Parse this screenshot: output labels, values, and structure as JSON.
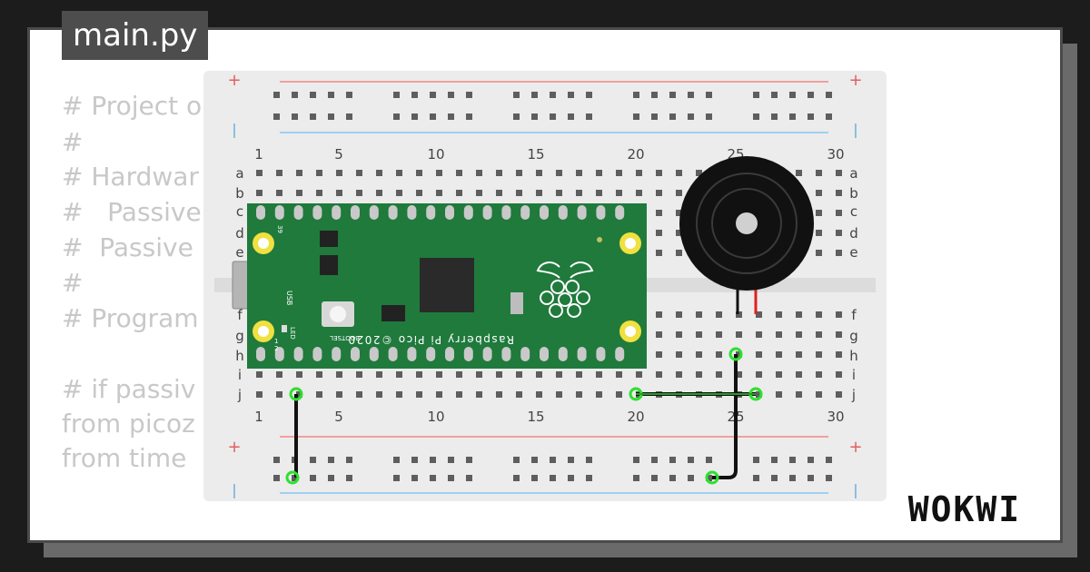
{
  "editor": {
    "tab_label": "main.py",
    "code_lines": [
      "# Project o",
      "#",
      "# Hardwar",
      "#   Passive",
      "#  Passive",
      "#",
      "# Program",
      "",
      "# if passiv",
      "from picoz",
      "from time "
    ]
  },
  "breadboard": {
    "column_labels": [
      "1",
      "5",
      "10",
      "15",
      "20",
      "25",
      "30"
    ],
    "row_labels_top": [
      "a",
      "b",
      "c",
      "d",
      "e"
    ],
    "row_labels_bottom": [
      "f",
      "g",
      "h",
      "i",
      "j"
    ],
    "rail_plus": "+",
    "rail_minus": "|"
  },
  "pico": {
    "usb_label": "USB",
    "bootsel_label": "BOOTSEL",
    "led_label": "LED",
    "brand_label": "Raspberry Pi Pico ©2020",
    "pin_label_39": "39",
    "pin_label_1": "1",
    "pin_label_2": "2",
    "board_color": "#1f7a3c"
  },
  "wires": {
    "color": "#111111",
    "joint_color": "#2ee02e"
  },
  "logo": {
    "text": "WOKWI"
  }
}
